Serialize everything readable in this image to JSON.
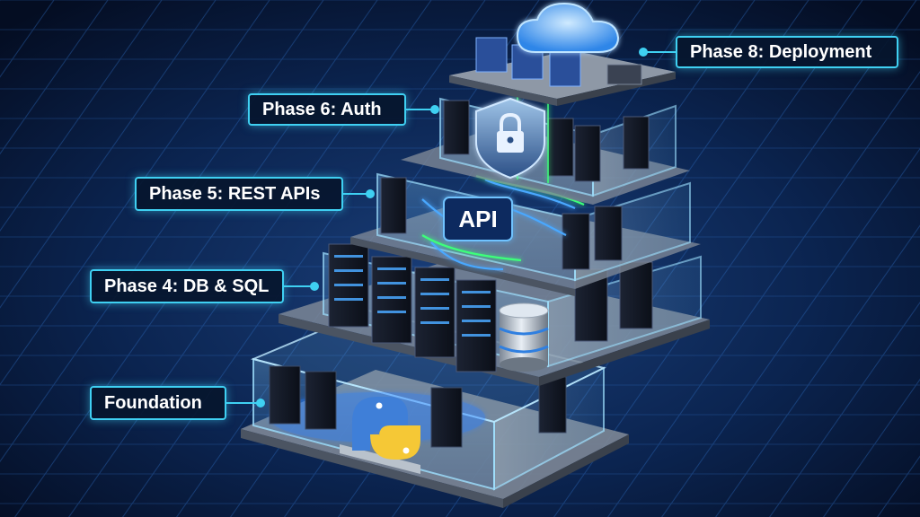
{
  "callouts": {
    "deployment": "Phase 8: Deployment",
    "auth": "Phase 6: Auth",
    "rest": "Phase 5: REST APIs",
    "db": "Phase 4: DB & SQL",
    "foundation": "Foundation"
  },
  "badges": {
    "api": "API"
  },
  "icons": {
    "cloud": "cloud-icon",
    "lock": "padlock-shield-icon",
    "database": "database-cylinder-icon",
    "python": "python-logo-icon"
  },
  "colors": {
    "background": "#06142e",
    "accent": "#3fd0f2",
    "glow_green": "#3dff7a",
    "glow_blue": "#4aa8ff"
  }
}
